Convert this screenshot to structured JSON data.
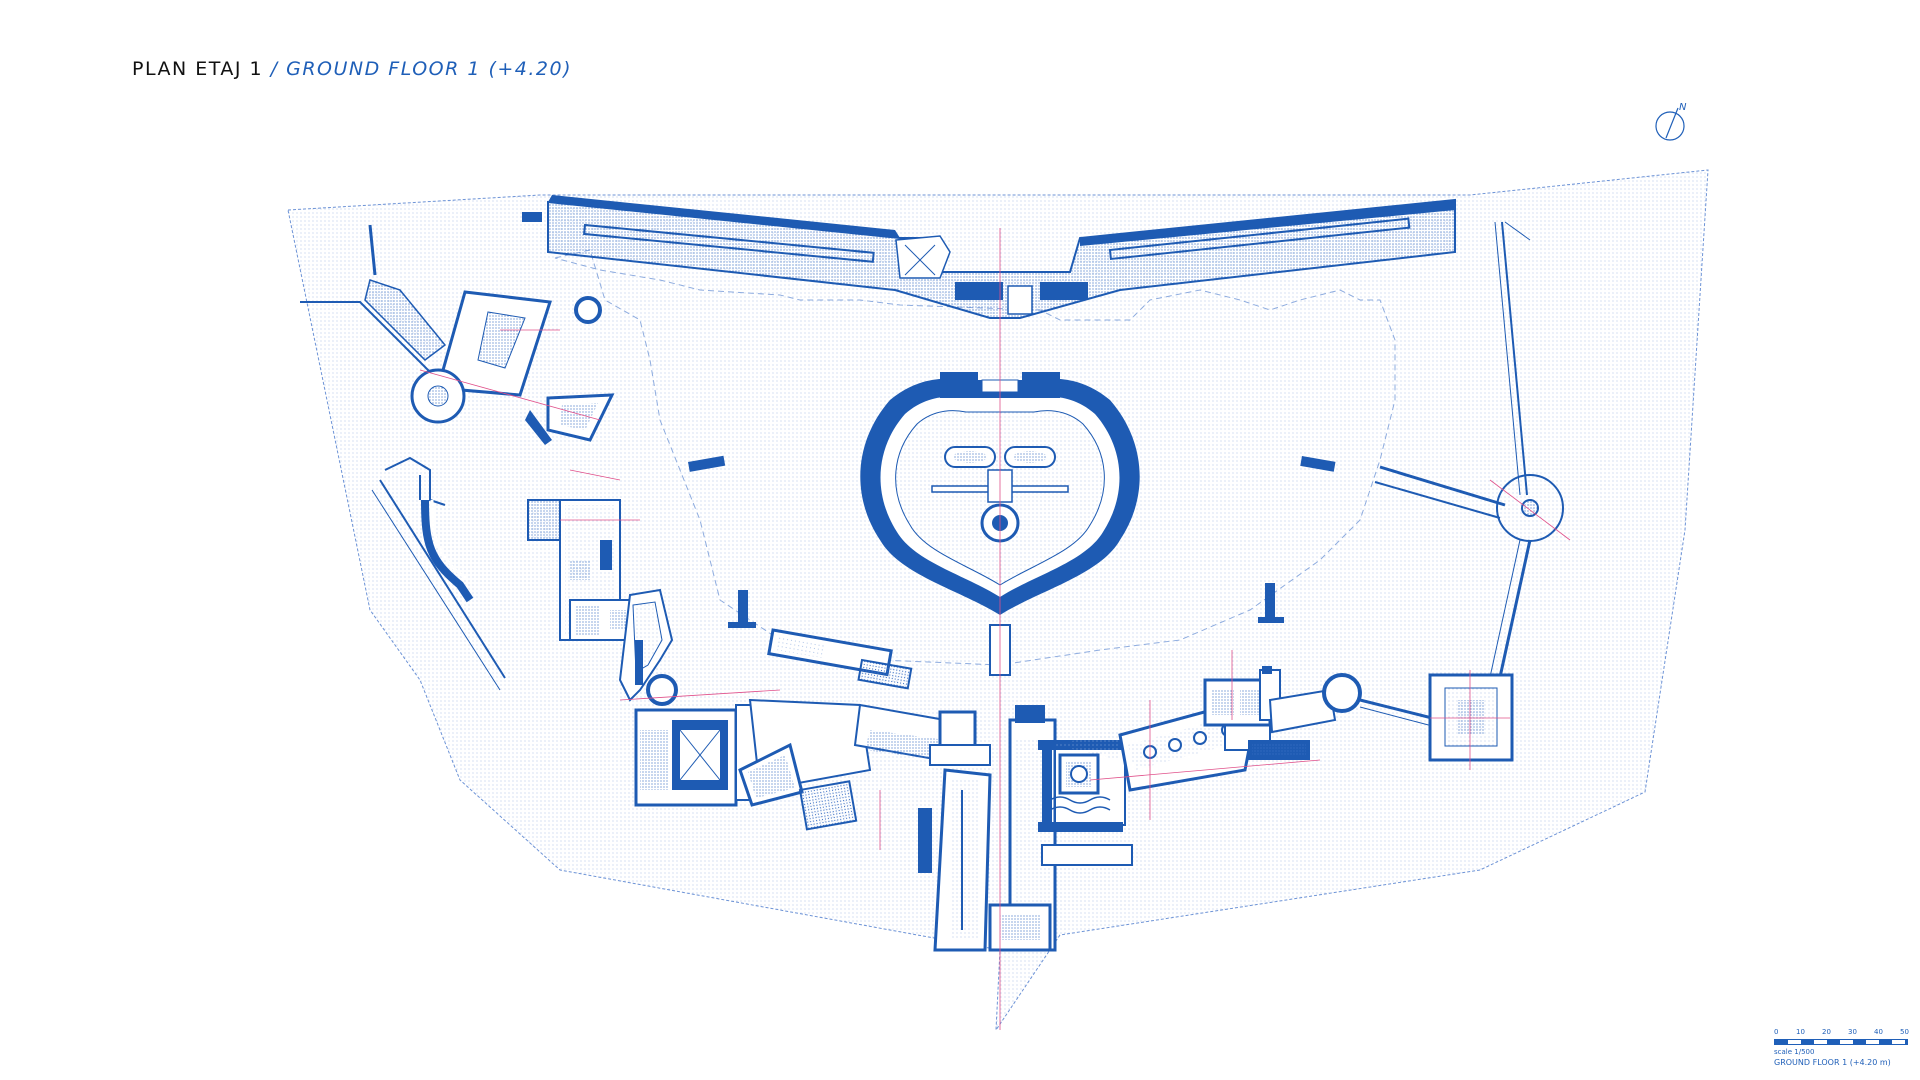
{
  "title": {
    "ro": "PLAN ETAJ 1",
    "separator": "/",
    "en": "GROUND FLOOR 1 (+4.20)"
  },
  "north_label": "N",
  "icons": [
    "north-arrow-icon"
  ],
  "scale": {
    "ticks": [
      "0",
      "10",
      "20",
      "30",
      "40",
      "50"
    ],
    "ratio": "scale 1/500",
    "caption": "GROUND FLOOR 1 (+4.20 m)"
  },
  "colors": {
    "ink": "#1f5fb8",
    "wall": "#1e5bb3",
    "hatch": "#c7d6ef",
    "guide": "#e0508a",
    "text": "#111111"
  }
}
